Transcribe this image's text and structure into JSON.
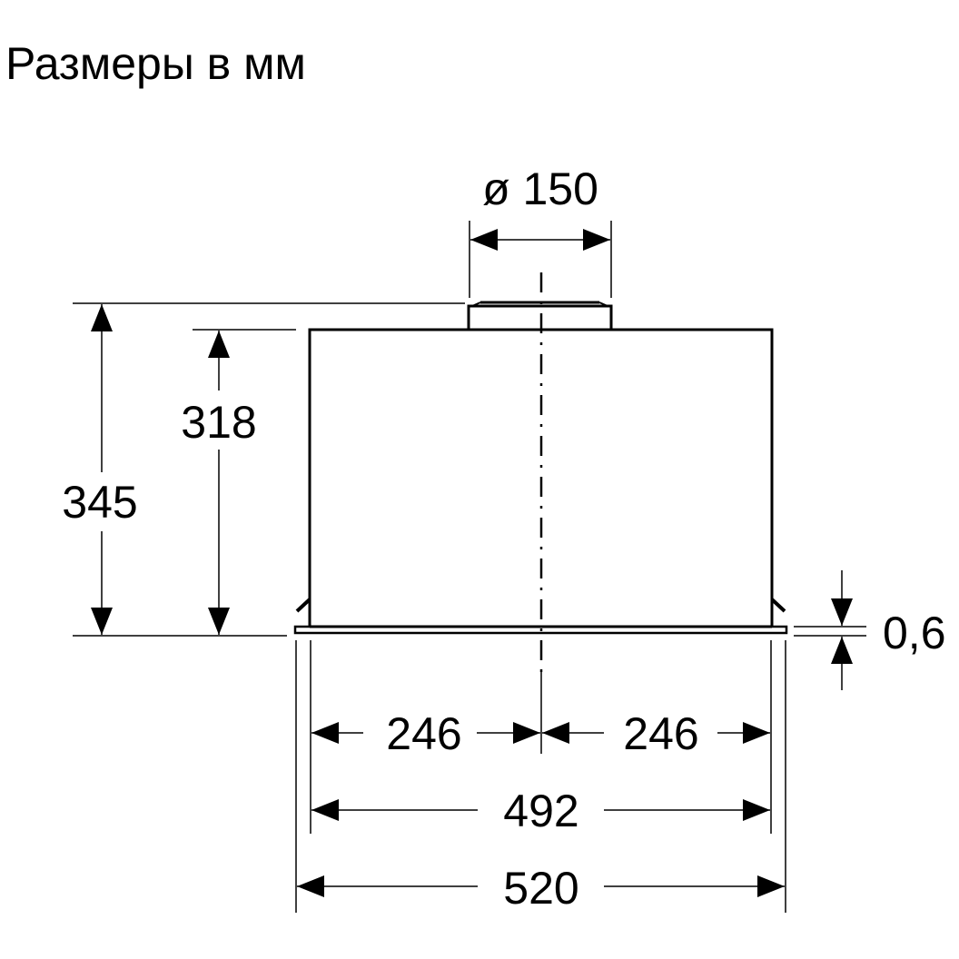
{
  "title": "Размеры в мм",
  "units": "mm",
  "drawing": {
    "type": "technical-dimension-drawing",
    "subject": "built-in hood unit, front view",
    "dimensions": {
      "duct_diameter": "ø 150",
      "total_height": "345",
      "body_height": "318",
      "frame_thickness": "0,6",
      "half_width_left": "246",
      "half_width_right": "246",
      "body_width": "492",
      "frame_width": "520"
    }
  }
}
